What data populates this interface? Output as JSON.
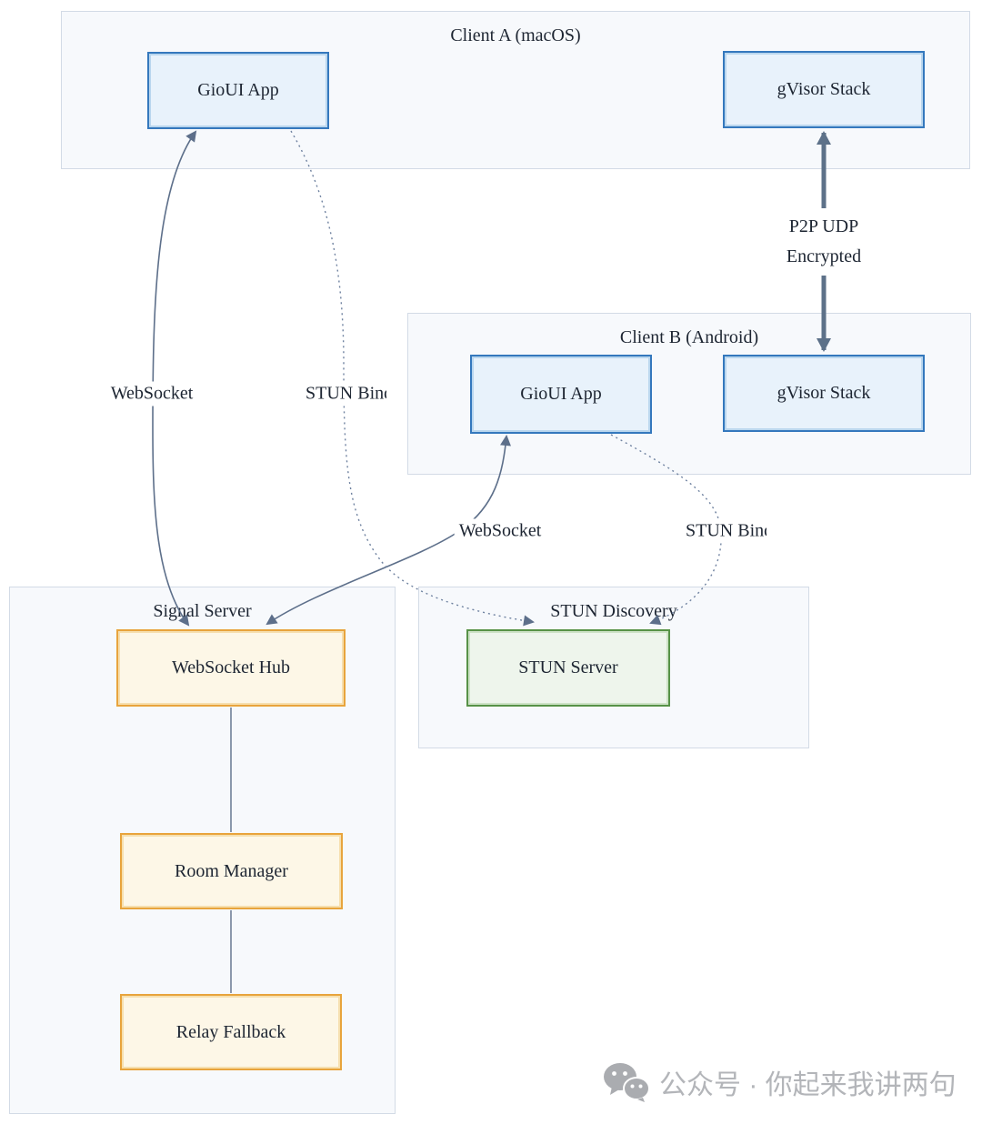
{
  "diagram": {
    "type": "flowchart",
    "clusters": {
      "client_a": {
        "title": "Client A (macOS)"
      },
      "client_b": {
        "title": "Client B (Android)"
      },
      "signal": {
        "title": "Signal Server"
      },
      "stun": {
        "title": "STUN Discovery"
      }
    },
    "nodes": {
      "gioui_a": {
        "label": "GioUI App",
        "cluster": "client_a",
        "color": "blue"
      },
      "gvisor_a": {
        "label": "gVisor Stack",
        "cluster": "client_a",
        "color": "blue"
      },
      "gioui_b": {
        "label": "GioUI App",
        "cluster": "client_b",
        "color": "blue"
      },
      "gvisor_b": {
        "label": "gVisor Stack",
        "cluster": "client_b",
        "color": "blue"
      },
      "ws_hub": {
        "label": "WebSocket Hub",
        "cluster": "signal",
        "color": "orange"
      },
      "room_mgr": {
        "label": "Room Manager",
        "cluster": "signal",
        "color": "orange"
      },
      "relay": {
        "label": "Relay Fallback",
        "cluster": "signal",
        "color": "orange"
      },
      "stun_server": {
        "label": "STUN Server",
        "cluster": "stun",
        "color": "green"
      }
    },
    "edges": [
      {
        "from": "gioui_a",
        "to": "ws_hub",
        "label": "WebSocket",
        "style": "solid",
        "bidirectional": true
      },
      {
        "from": "gioui_a",
        "to": "stun_server",
        "label": "STUN Bind",
        "style": "dotted",
        "bidirectional": false
      },
      {
        "from": "gioui_b",
        "to": "ws_hub",
        "label": "WebSocket",
        "style": "solid",
        "bidirectional": true
      },
      {
        "from": "gioui_b",
        "to": "stun_server",
        "label": "STUN Bind",
        "style": "dotted",
        "bidirectional": false
      },
      {
        "from": "gvisor_a",
        "to": "gvisor_b",
        "label": "P2P UDP Encrypted",
        "label_lines": [
          "P2P UDP",
          "Encrypted"
        ],
        "style": "thick",
        "bidirectional": true
      },
      {
        "from": "ws_hub",
        "to": "room_mgr",
        "label": "",
        "style": "plain-line",
        "bidirectional": false
      },
      {
        "from": "room_mgr",
        "to": "relay",
        "label": "",
        "style": "plain-line",
        "bidirectional": false
      }
    ],
    "colors": {
      "cluster_fill": "#f7f9fc",
      "cluster_border": "#d3dbe6",
      "blue_node_fill": "#e8f2fb",
      "blue_node_border": "#3478bd",
      "orange_node_fill": "#fdf7e7",
      "orange_node_border": "#e8a43c",
      "green_node_fill": "#eef5ec",
      "green_node_border": "#579247",
      "edge_stroke": "#5d6f8a",
      "text": "#1d2532"
    }
  },
  "watermark": {
    "icon": "wechat-icon",
    "text": "公众号 · 你起来我讲两句",
    "color": "#b3b5b9"
  }
}
